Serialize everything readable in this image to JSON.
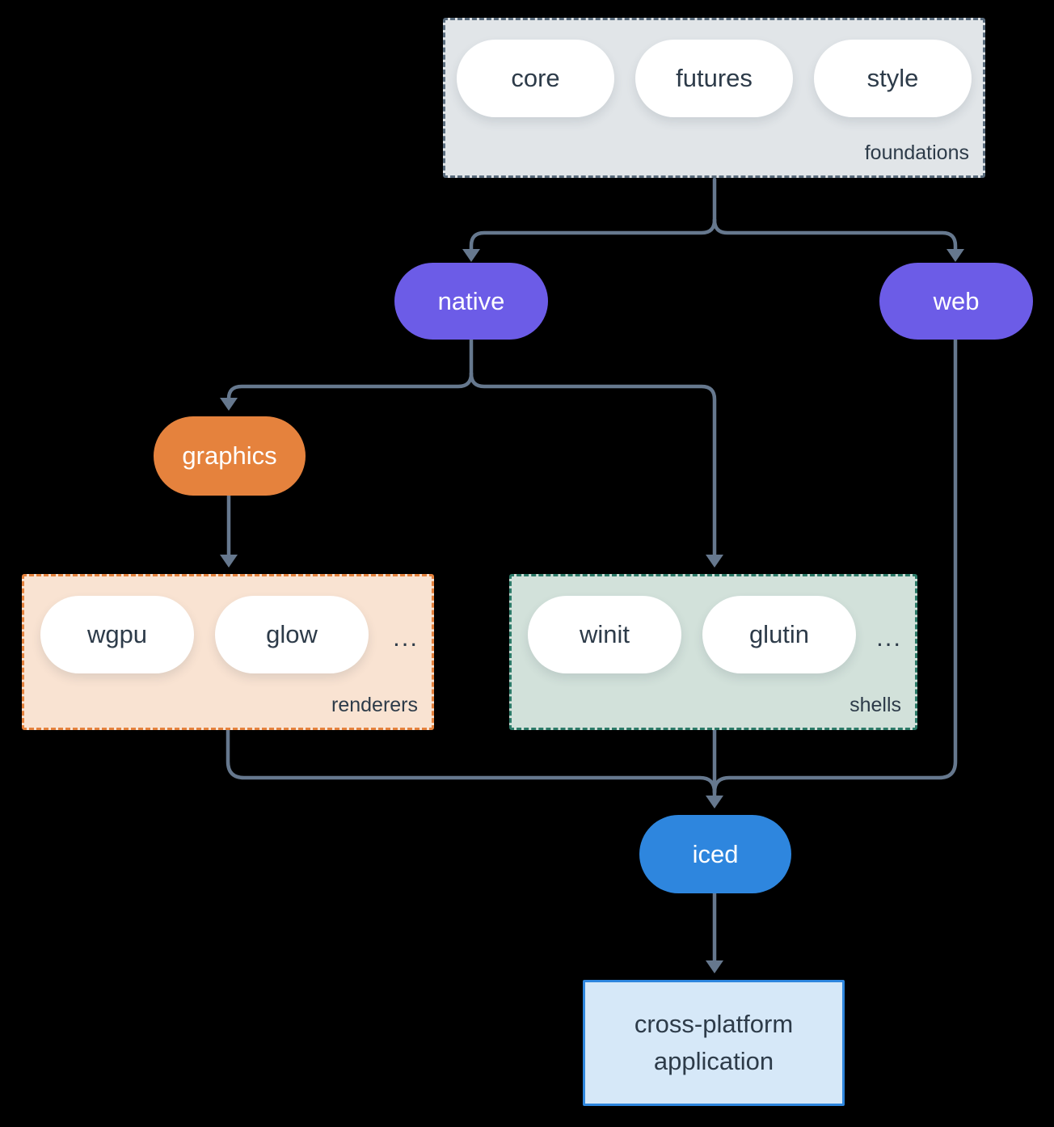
{
  "colors": {
    "background": "#000000",
    "connector": "#66788e",
    "node_purple": "#6c5ce7",
    "node_orange": "#e5823d",
    "node_blue": "#2e86de",
    "foundations_bg": "#e1e5e8",
    "foundations_border": "#5a6c7d",
    "renderers_bg": "#f9e3d2",
    "renderers_border": "#e5823d",
    "shells_bg": "#d2e1da",
    "shells_border": "#2c7a68",
    "application_bg": "#d6e8f8",
    "application_border": "#2e86de",
    "text_dark": "#2d3b49",
    "text_light": "#ffffff"
  },
  "groups": {
    "foundations": {
      "label": "foundations",
      "pills": [
        "core",
        "futures",
        "style"
      ]
    },
    "renderers": {
      "label": "renderers",
      "pills": [
        "wgpu",
        "glow"
      ],
      "ellipsis": "..."
    },
    "shells": {
      "label": "shells",
      "pills": [
        "winit",
        "glutin"
      ],
      "ellipsis": "..."
    }
  },
  "nodes": {
    "native": "native",
    "web": "web",
    "graphics": "graphics",
    "iced": "iced",
    "application": "cross-platform application"
  }
}
